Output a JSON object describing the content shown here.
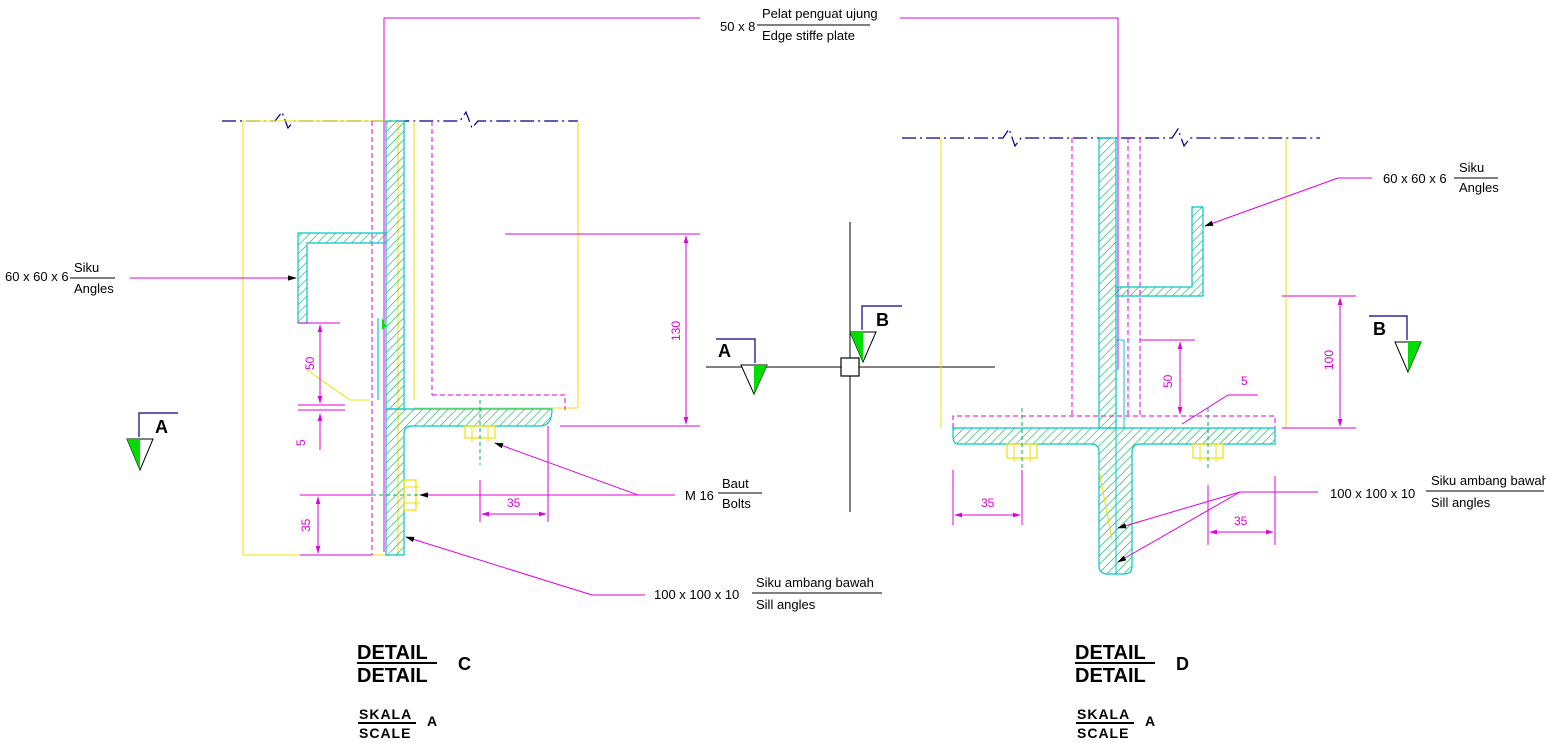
{
  "top_callout": {
    "size": "50 x 8",
    "label_id": "Pelat penguat ujung",
    "label_en": "Edge stiffe plate"
  },
  "detail_c": {
    "angle_callout": {
      "size": "60 x 60 x 6",
      "label_id": "Siku",
      "label_en": "Angles"
    },
    "bolt_callout": {
      "size": "M 16",
      "label_id": "Baut",
      "label_en": "Bolts"
    },
    "sill_callout": {
      "size": "100 x 100 x 10",
      "label_id": "Siku ambang bawah",
      "label_en": "Sill angles"
    },
    "dims": {
      "d130": "130",
      "d50": "50",
      "d5": "5",
      "d35_left": "35",
      "d35_bolt": "35"
    },
    "section_mark": "A",
    "title": {
      "line1": "DETAIL",
      "line2": "DETAIL",
      "letter": "C"
    },
    "scale": {
      "line1": "SKALA",
      "line2": "SCALE",
      "letter": "A"
    }
  },
  "detail_d": {
    "angle_callout": {
      "size": "60 x 60 x 6",
      "label_id": "Siku",
      "label_en": "Angles"
    },
    "sill_callout": {
      "size": "100 x 100 x 10",
      "label_id": "Siku ambang bawah",
      "label_en": "Sill angles"
    },
    "dims": {
      "d100": "100",
      "d50": "50",
      "d5": "5",
      "d35_left": "35",
      "d35_right": "35"
    },
    "section_mark": "B",
    "title": {
      "line1": "DETAIL",
      "line2": "DETAIL",
      "letter": "D"
    },
    "scale": {
      "line1": "SKALA",
      "line2": "SCALE",
      "letter": "A"
    }
  },
  "center_marks": {
    "a": "A",
    "b": "B"
  },
  "colors": {
    "hatch": "#00b050",
    "edge": "#00c8c8",
    "dimension": "#e000e0",
    "outline": "#f0e000",
    "centerline": "#00008b",
    "marker_green": "#00dd00"
  }
}
